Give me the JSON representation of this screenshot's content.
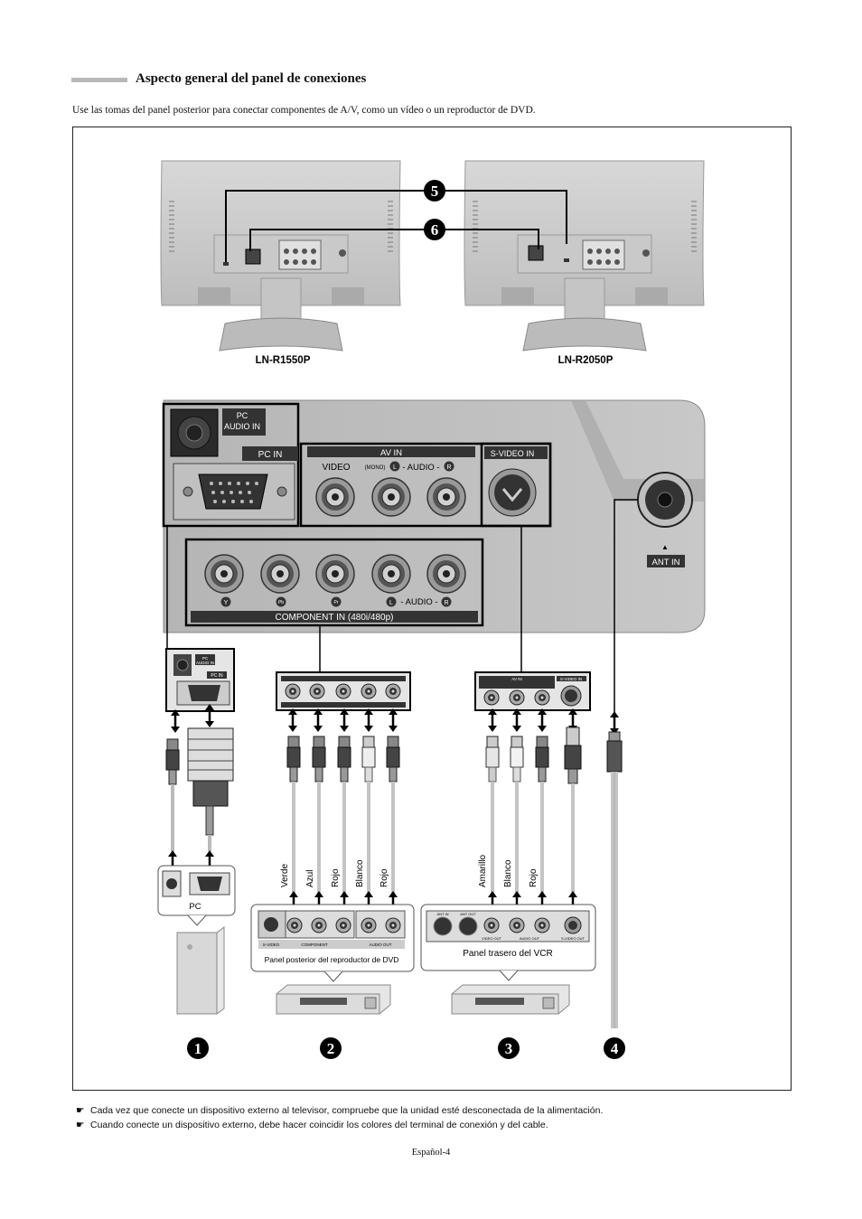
{
  "header": {
    "title": "Aspecto general del panel de conexiones",
    "intro": "Use las tomas del panel posterior para conectar componentes de A/V, como un vídeo o un reproductor de DVD."
  },
  "models": [
    "LN-R1550P",
    "LN-R2050P"
  ],
  "callouts": {
    "n1": "1",
    "n2": "2",
    "n3": "3",
    "n4": "4",
    "n5": "5",
    "n6": "6"
  },
  "panel": {
    "pc_audio_in": [
      "PC",
      "AUDIO IN"
    ],
    "pc_in": "PC IN",
    "av_in": "AV IN",
    "video": "VIDEO",
    "mono": "(MONO)",
    "audio": "- AUDIO -",
    "l": "L",
    "r": "R",
    "s_video_in": "S-VIDEO IN",
    "ant_in": "ANT IN",
    "component_in": "COMPONENT IN (480i/480p)",
    "y": "Y",
    "pb": "Pb",
    "pr": "Pr"
  },
  "cables": {
    "dvd_colors": [
      "Verde",
      "Azul",
      "Rojo",
      "Blanco",
      "Rojo"
    ],
    "vcr_colors": [
      "Amarillo",
      "Blanco",
      "Rojo"
    ]
  },
  "devices": {
    "pc": "PC",
    "dvd": "Panel posterior del reproductor de DVD",
    "vcr": "Panel trasero del VCR",
    "dvd_small": [
      "S-VIDEO",
      "COMPONENT",
      "AUDIO OUT"
    ],
    "vcr_small": [
      "ANT IN",
      "ANT OUT",
      "VIDEO OUT",
      "AUDIO OUT",
      "S-VIDEO OUT"
    ]
  },
  "notes": [
    "Cada vez que conecte un dispositivo externo al televisor, compruebe que la unidad esté desconectada de la alimentación.",
    "Cuando conecte un dispositivo externo, debe hacer coincidir los colores del terminal de conexión y del cable."
  ],
  "footer": "Español-4"
}
